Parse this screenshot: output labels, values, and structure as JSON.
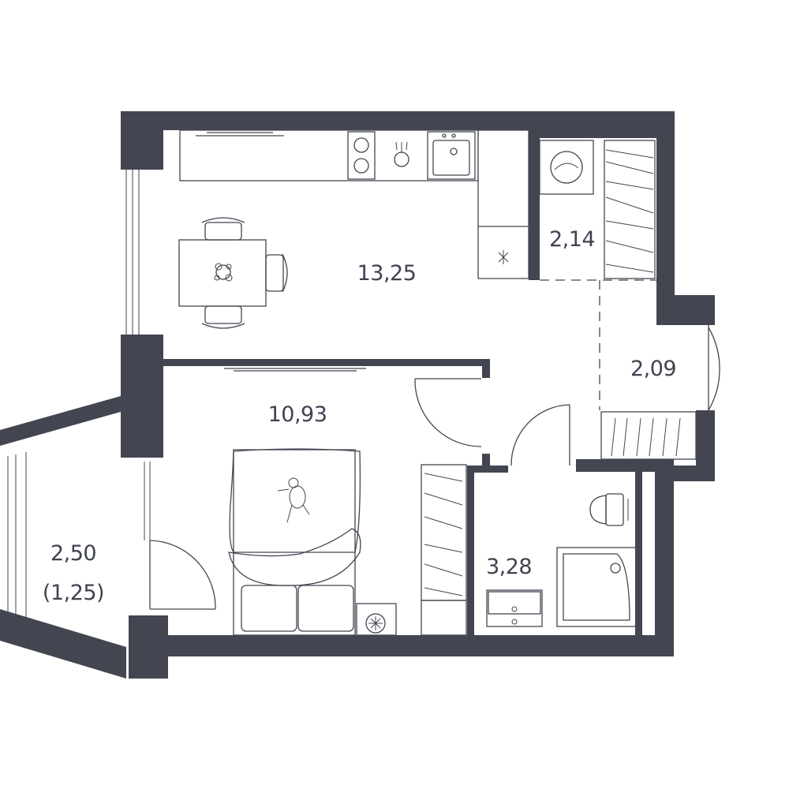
{
  "colors": {
    "wall": "#434651",
    "background": "#ffffff",
    "label": "#3f4350"
  },
  "rooms": [
    {
      "id": "kitchen-living",
      "area": "13,25"
    },
    {
      "id": "bedroom",
      "area": "10,93"
    },
    {
      "id": "laundry",
      "area": "2,14"
    },
    {
      "id": "hall",
      "area": "2,09"
    },
    {
      "id": "bathroom",
      "area": "3,28"
    },
    {
      "id": "balcony",
      "area": "2,50",
      "reduced_area": "(1,25)"
    }
  ],
  "icons": [
    "stove-icon",
    "sink-icon",
    "washing-machine-icon",
    "toilet-icon",
    "shower-tray-icon",
    "wash-basin-icon",
    "bed-icon",
    "dining-table-icon",
    "wardrobe-icon",
    "air-conditioner-icon"
  ]
}
